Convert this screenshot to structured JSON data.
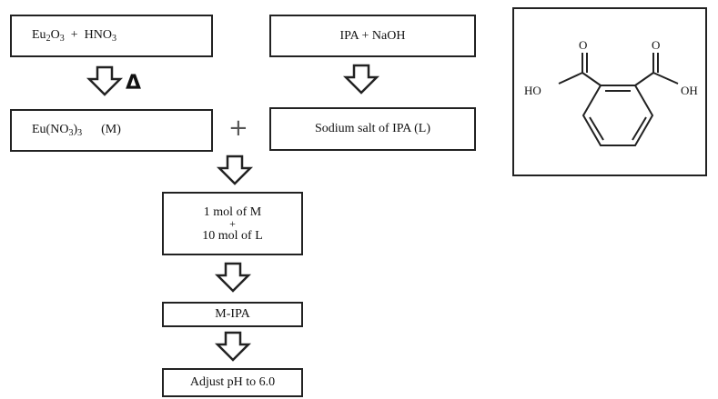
{
  "reactants_box": {
    "eu": "Eu",
    "o": "O",
    "n2": "2",
    "n3": "3",
    "plus": "+",
    "hno": "HNO",
    "n3b": "3"
  },
  "heat_symbol": "Δ",
  "nitrate_box": {
    "eu": "Eu(NO",
    "n3": "3",
    "close": ")",
    "n3b": "3",
    "tag": "(M)"
  },
  "plus_sign": "+",
  "ipa_naoh_box": {
    "label": "IPA + NaOH"
  },
  "sodium_salt_box": {
    "label": "Sodium salt of IPA (L)"
  },
  "mix_box": {
    "line1": "1 mol of  M",
    "plus": "+",
    "line2": "10 mol of L"
  },
  "mipa_box": {
    "label": "M-IPA"
  },
  "ph_box": {
    "label": "Adjust pH to 6.0"
  },
  "structure": {
    "ho_left": "HO",
    "o_left": "O",
    "o_right": "O",
    "oh_right": "OH"
  }
}
